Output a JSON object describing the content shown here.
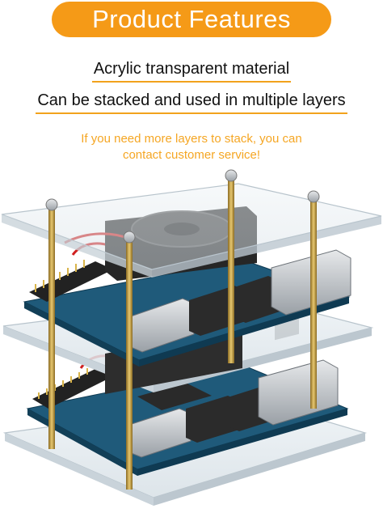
{
  "header": {
    "title": "Product Features"
  },
  "features": [
    {
      "label": "Acrylic transparent material"
    },
    {
      "label": "Can be stacked and used in multiple layers"
    }
  ],
  "note": {
    "line1": "If you need more layers to stack, you can",
    "line2": "contact customer service!"
  },
  "colors": {
    "accent": "#f59a17",
    "note_text": "#f5a623",
    "underline": "#f2a21c",
    "pcb": "#1f5a7a",
    "brass": "#c9a54a"
  },
  "image": {
    "subject": "stacked-single-board-computer-acrylic-case"
  }
}
